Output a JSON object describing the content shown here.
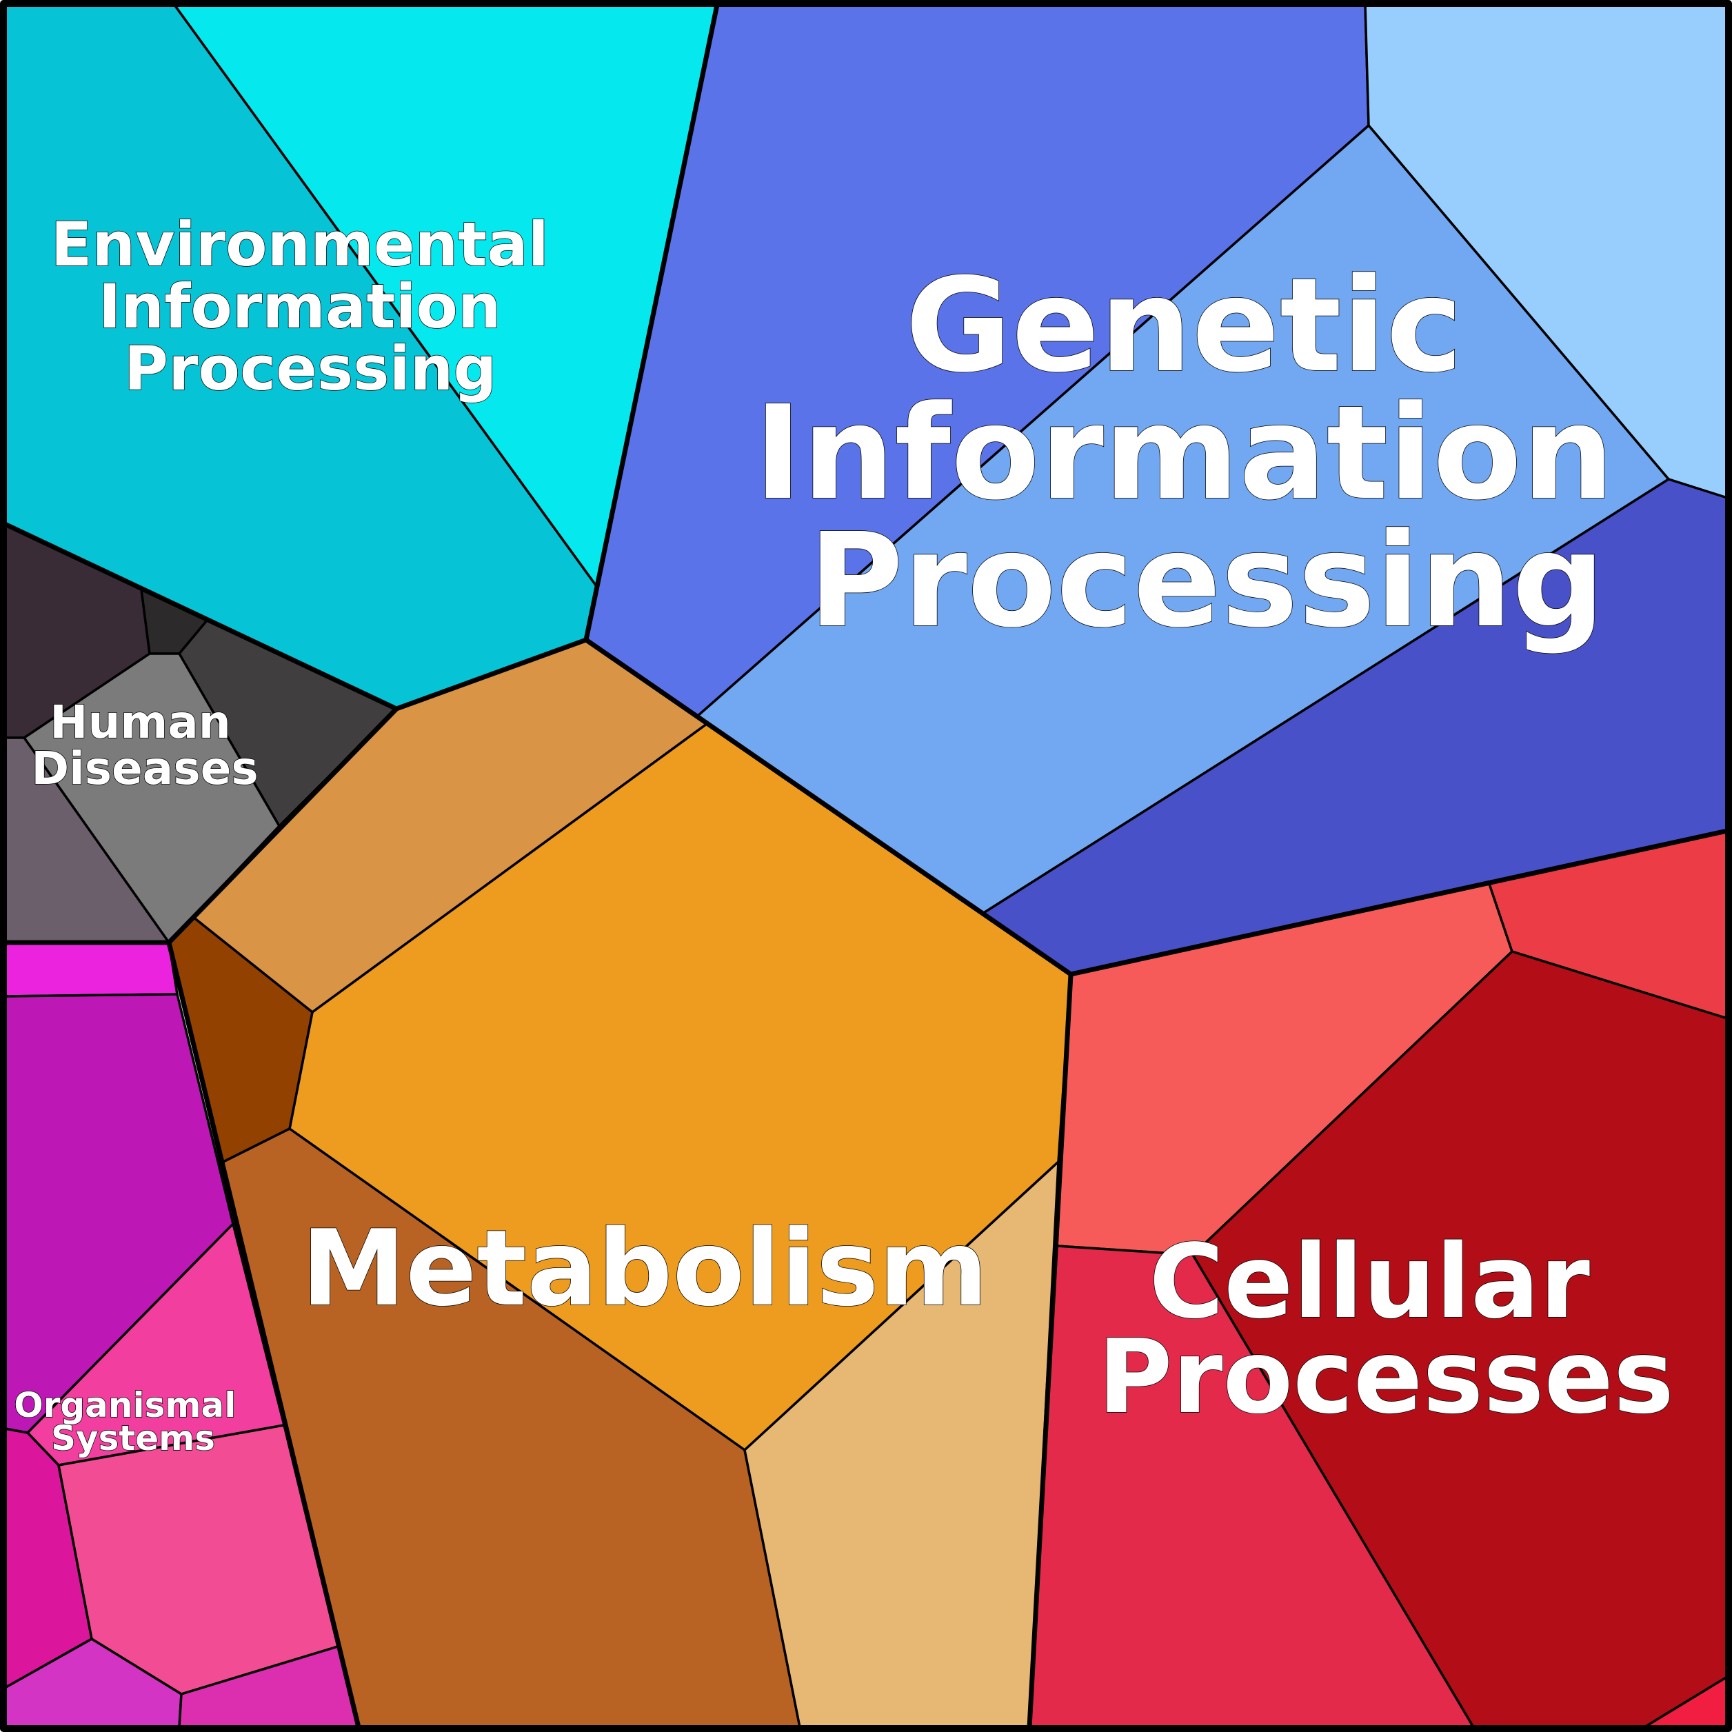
{
  "diagram": {
    "type": "voronoi-treemap",
    "groups": [
      {
        "id": "environmental",
        "lines": [
          "Environmental",
          "Information",
          "Processing"
        ],
        "colors": [
          "#06c3d5",
          "#05e8ee"
        ]
      },
      {
        "id": "genetic",
        "lines": [
          "Genetic",
          "Information",
          "Processing"
        ],
        "colors": [
          "#5a73e9",
          "#98cefd",
          "#72a8f2",
          "#4851c8"
        ]
      },
      {
        "id": "human",
        "lines": [
          "Human",
          "Diseases"
        ],
        "colors": [
          "#392c37",
          "#2d2a2b",
          "#403e3f",
          "#7b7b7c",
          "#6b5f6b"
        ]
      },
      {
        "id": "metabolism",
        "lines": [
          "Metabolism"
        ],
        "colors": [
          "#d99445",
          "#ed9c1f",
          "#924100",
          "#b86323",
          "#e6b873"
        ]
      },
      {
        "id": "organismal",
        "lines": [
          "Organismal",
          "Systems"
        ],
        "colors": [
          "#ec23de",
          "#bd18b6",
          "#f23e9e",
          "#db169c",
          "#f24c94",
          "#d434c4",
          "#db2fb0"
        ]
      },
      {
        "id": "cellular",
        "lines": [
          "Cellular",
          "Processes"
        ],
        "colors": [
          "#f75b59",
          "#ec3c46",
          "#b30e17",
          "#e42a4a",
          "#f21e42"
        ]
      }
    ]
  }
}
